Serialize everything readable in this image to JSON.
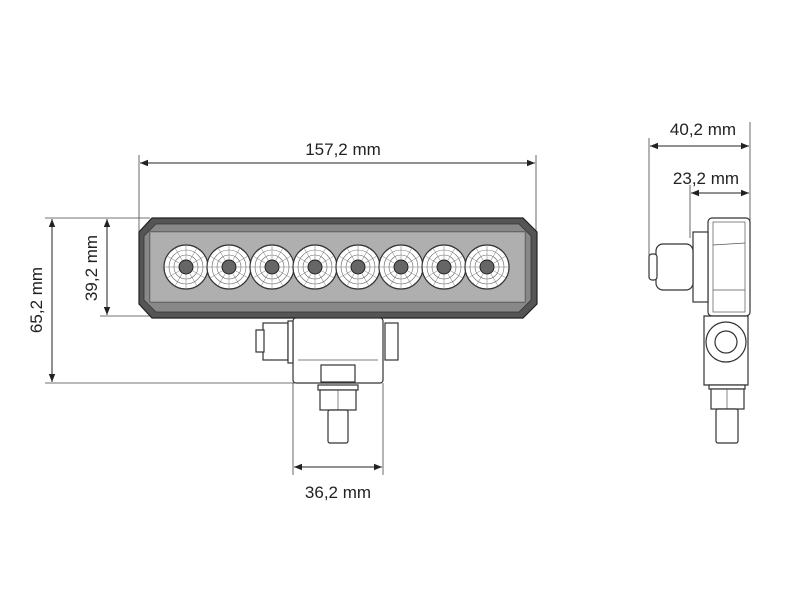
{
  "dimensions": {
    "front_width": "157,2 mm",
    "lens_height": "39,2 mm",
    "total_height": "65,2 mm",
    "bracket_width": "36,2 mm",
    "side_depth": "40,2 mm",
    "housing_depth": "23,2 mm"
  },
  "led_count": 8
}
